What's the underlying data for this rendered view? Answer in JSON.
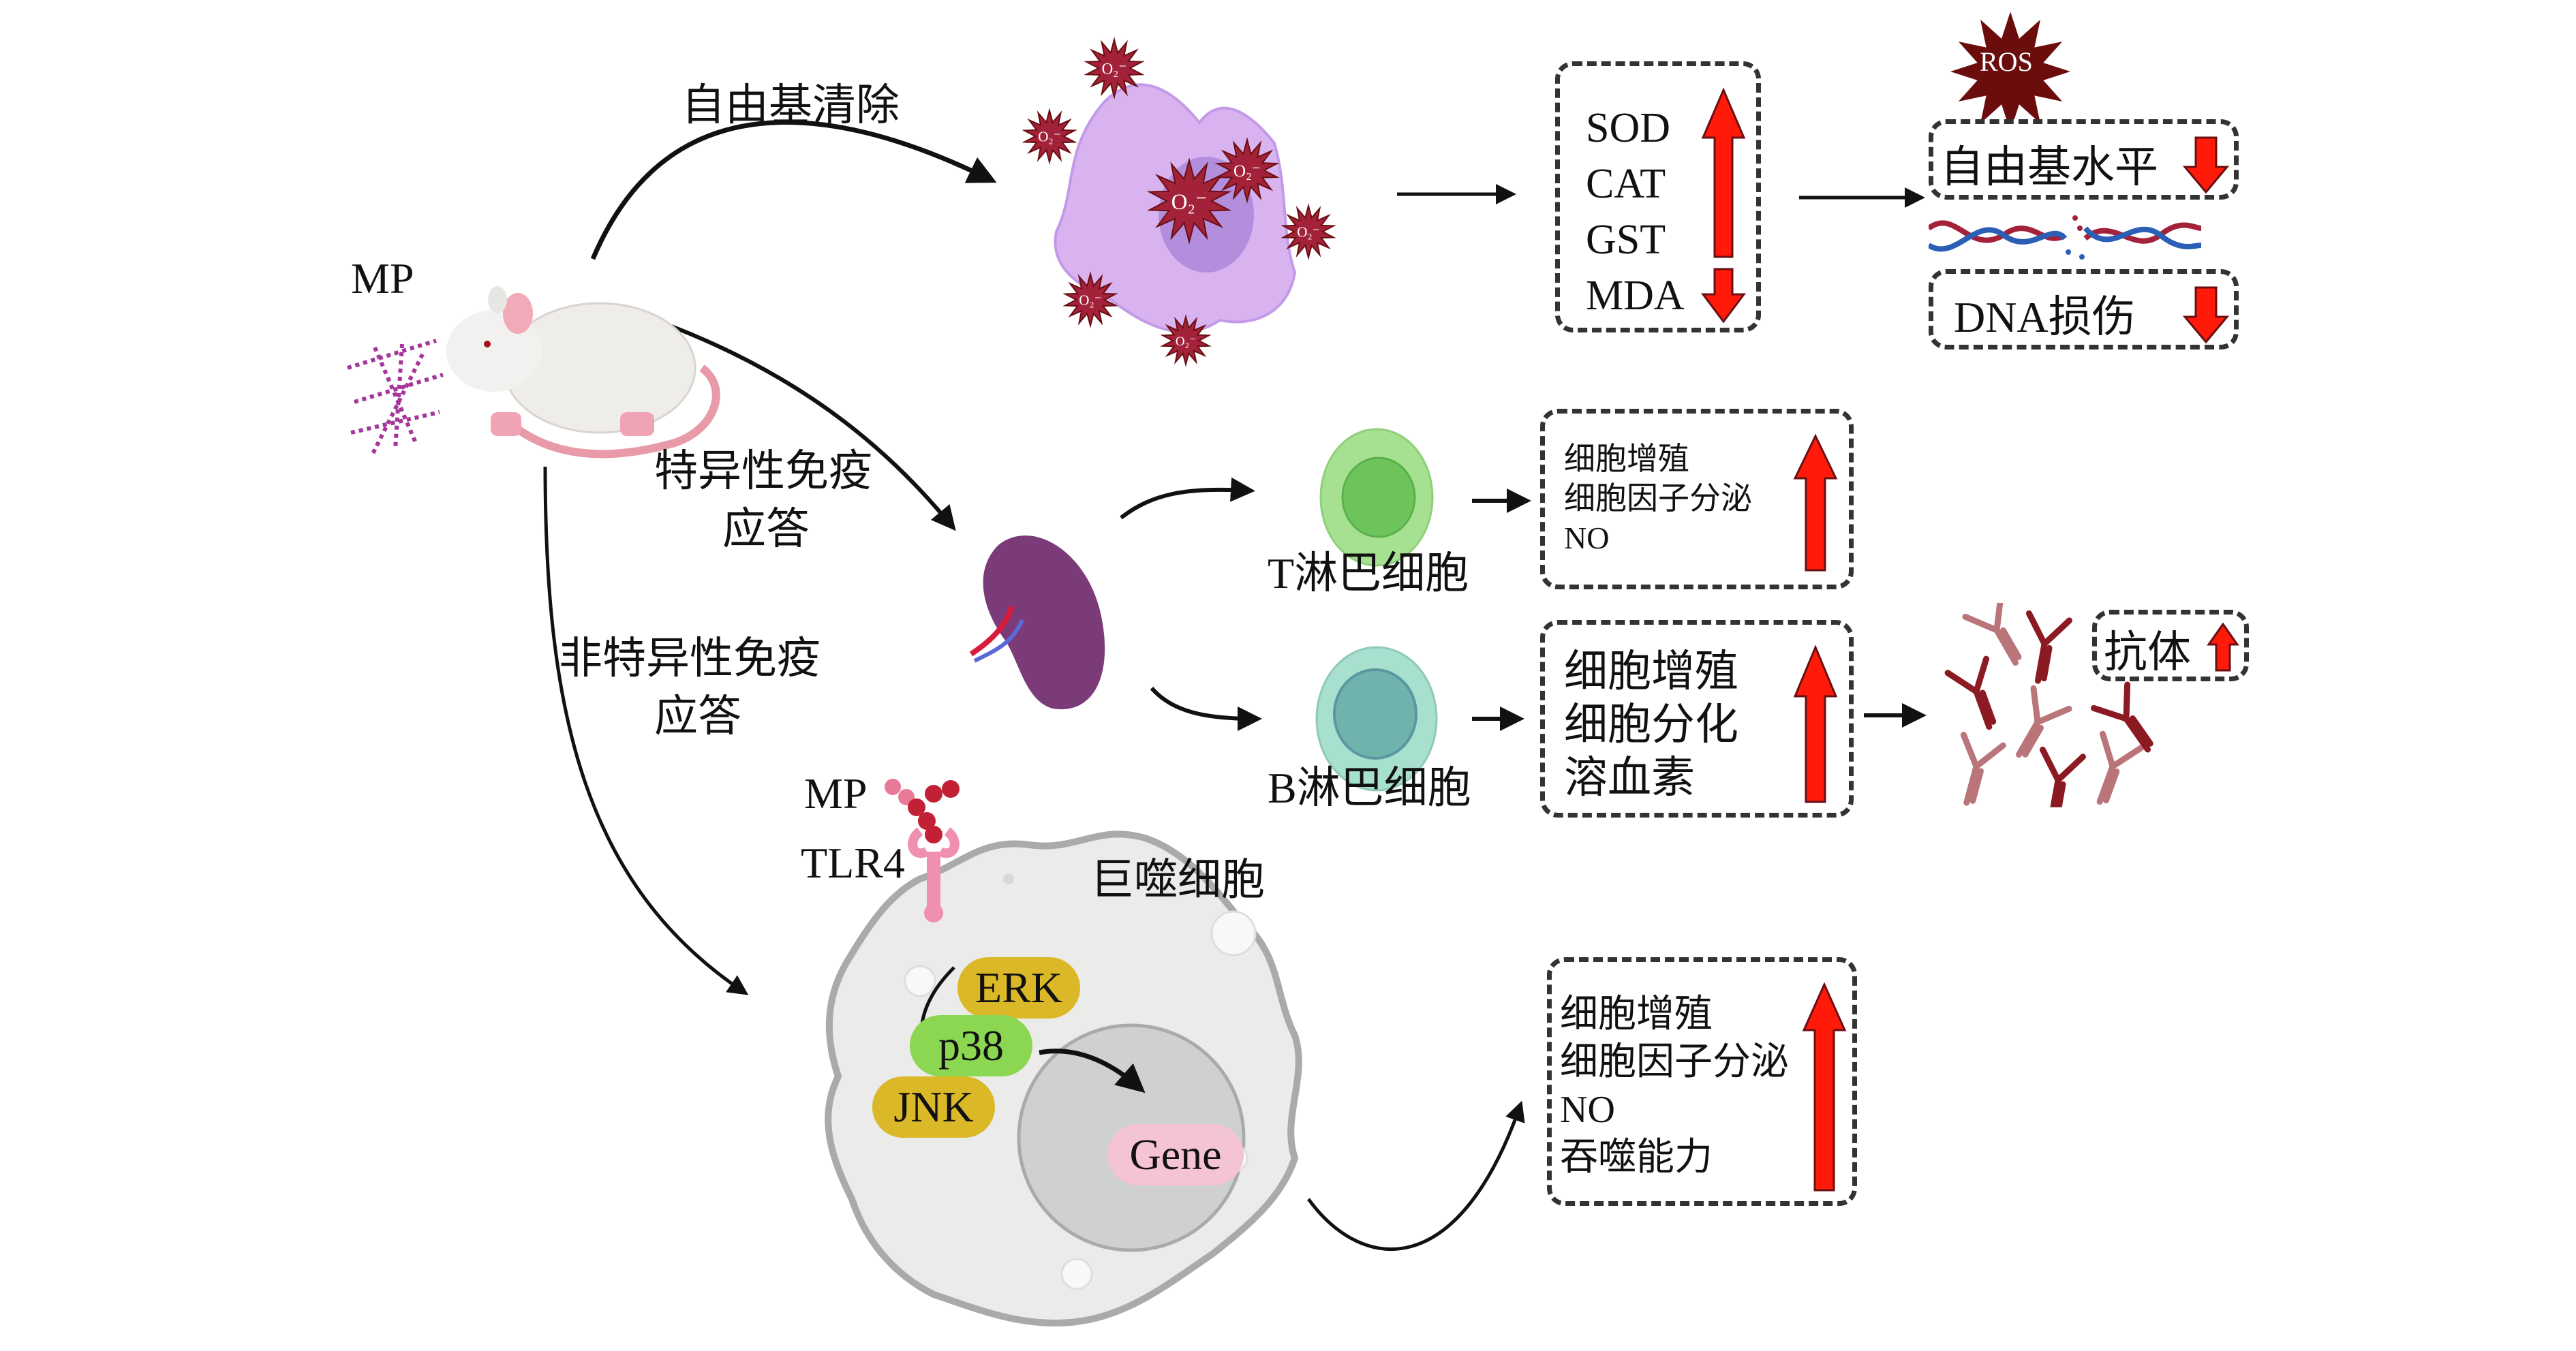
{
  "colors": {
    "arrow_red": "#ff1a0a",
    "arrow_outline": "#6a0f12",
    "radical_red": "#a3223a",
    "ros_brown": "#6b0d0d",
    "cell_purple": "#d9b3f0",
    "t_cell_green": "#a6e191",
    "b_cell_teal": "#a8e0cf",
    "spleen_purple": "#7a3b78",
    "macrophage_gray": "#ebebea",
    "erk_jnk_gold": "#dbb827",
    "p38_green": "#8bd751",
    "gene_pink": "#f4c3d6",
    "antibody": "#8b1a22"
  },
  "source": {
    "label": "MP",
    "mouse_icon": "mouse-icon",
    "particles_icon": "microplastic-particles-icon"
  },
  "pathways": {
    "free_radical": {
      "label": "自由基清除",
      "radical_symbol": "O₂⁻",
      "enzyme_box": {
        "items": [
          {
            "name": "SOD",
            "direction": "up"
          },
          {
            "name": "CAT",
            "direction": "up"
          },
          {
            "name": "GST",
            "direction": "up"
          },
          {
            "name": "MDA",
            "direction": "down"
          }
        ]
      },
      "ros_label": "ROS",
      "outcomes": [
        {
          "text": "自由基水平",
          "direction": "down"
        },
        {
          "text": "DNA损伤",
          "direction": "down"
        }
      ]
    },
    "specific_immune": {
      "label_line1": "特异性免疫",
      "label_line2": "应答",
      "t_cell": {
        "label": "T淋巴细胞",
        "effects": [
          "细胞增殖",
          "细胞因子分泌",
          "NO"
        ],
        "direction": "up"
      },
      "b_cell": {
        "label": "B淋巴细胞",
        "effects": [
          "细胞增殖",
          "细胞分化",
          "溶血素"
        ],
        "direction": "up"
      },
      "antibody": {
        "text": "抗体",
        "direction": "up"
      }
    },
    "nonspecific_immune": {
      "label_line1": "非特异性免疫",
      "label_line2": "应答",
      "mp_label": "MP",
      "receptor_label": "TLR4",
      "macrophage_label": "巨噬细胞",
      "kinases": [
        "ERK",
        "p38",
        "JNK"
      ],
      "gene_label": "Gene",
      "effects": [
        "细胞增殖",
        "细胞因子分泌",
        "NO",
        "吞噬能力"
      ],
      "direction": "up"
    }
  }
}
